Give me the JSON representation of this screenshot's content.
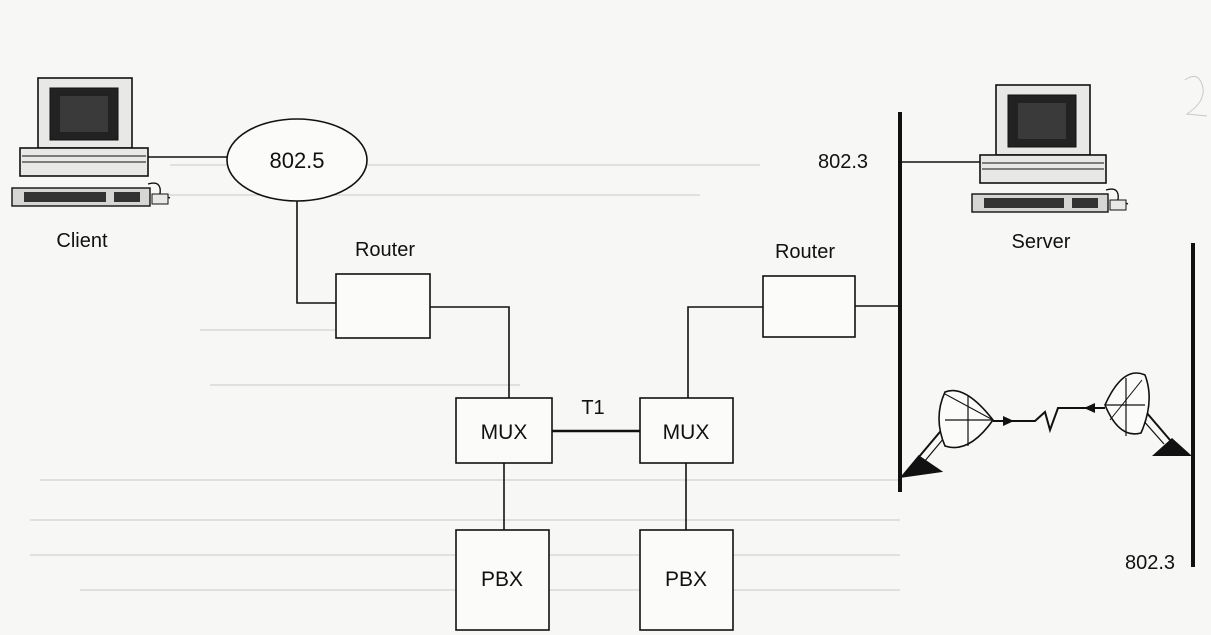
{
  "nodes": {
    "client": "Client",
    "server": "Server",
    "ring": "802.5",
    "router_left": "Router",
    "router_right": "Router",
    "mux_left": "MUX",
    "mux_right": "MUX",
    "pbx_left": "PBX",
    "pbx_right": "PBX"
  },
  "links": {
    "trunk": "T1"
  },
  "buses": {
    "lan_top": "802.3",
    "lan_bottom": "802.3"
  }
}
